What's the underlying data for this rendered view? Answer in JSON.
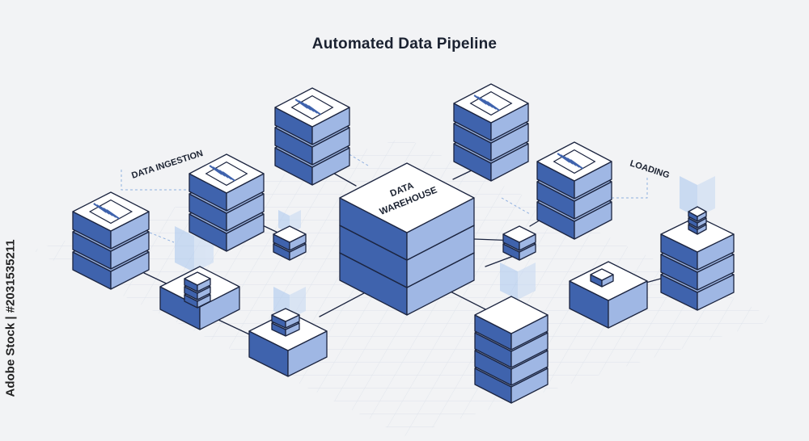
{
  "title": "Automated Data Pipeline",
  "labels": {
    "ingestion": "DATA INGESTION",
    "loading": "LOADING",
    "warehouse_line1": "DATA",
    "warehouse_line2": "WAREHOUSE"
  },
  "stock_id": "Adobe Stock | #2031535211",
  "colors": {
    "background": "#f2f3f5",
    "server_dark": "#3f63ad",
    "server_light": "#9fb7e4",
    "server_top": "#ffffff",
    "outline": "#1c2540",
    "glow": "#a9c6ee",
    "grid": "#dfe3ea"
  }
}
